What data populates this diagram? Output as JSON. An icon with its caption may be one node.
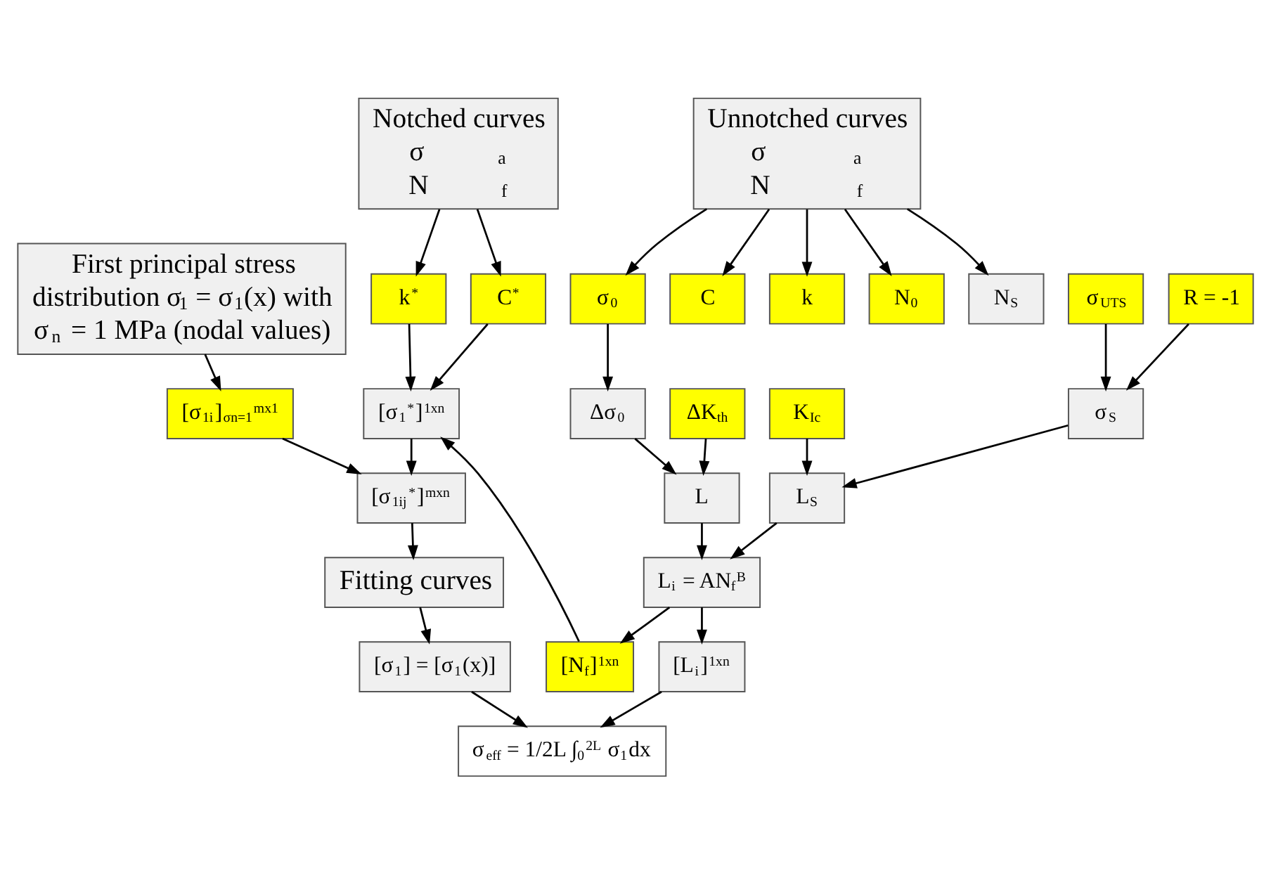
{
  "diagram": {
    "nodes": [
      {
        "text": [
          "First principal stress distribution σ$_{1}$ = σ$_{1}$(x) with σ$_{n}$ = 1 MPa (nodal values)"
        ]
      },
      {
        "text": [
          "[σ$_{1i}$]$_{σn=1}$$^{mx1}$"
        ]
      },
      {
        "text": [
          "Unnotched curves",
          "σ$_{a}$",
          "N$_{f}$"
        ]
      },
      {
        "text": [
          "[σ$_{1ij}$$^{*}$]$^{mxn}$"
        ]
      },
      {
        "text": [
          "k$^{*}$"
        ]
      },
      {
        "text": [
          "[σ$_{1}$$^{*}$]$^{1xn}$"
        ]
      },
      {
        "text": [
          "C$^{*}$"
        ]
      },
      {
        "text": [
          "Notched curves",
          "σ$_{a}$",
          "N$_{f}$"
        ]
      },
      {
        "text": [
          "σ$_{0}$"
        ]
      },
      {
        "text": [
          "C"
        ]
      },
      {
        "text": [
          "k"
        ]
      },
      {
        "text": [
          "N$_{0}$"
        ]
      },
      {
        "text": [
          "N$_{S}$"
        ]
      },
      {
        "text": [
          "Δσ$_{0}$"
        ]
      },
      {
        "text": [
          "ΔK$_{th}$"
        ]
      },
      {
        "text": [
          "σ$_{UTS}$"
        ]
      },
      {
        "text": [
          "K$_{Ic}$"
        ]
      },
      {
        "text": [
          "L"
        ]
      },
      {
        "text": [
          "σ$_{S}$"
        ]
      },
      {
        "text": [
          "R = -1"
        ]
      },
      {
        "text": [
          "Fitting curves"
        ]
      },
      {
        "text": [
          "[σ$_{1}$] = [σ$_{1}$(x)]"
        ]
      },
      {
        "text": [
          "L$_{S}$"
        ]
      },
      {
        "text": [
          "σ$_{eff}$ = 1/2L ∫$_{0}$$^{2L}$ σ$_{1}$dx"
        ]
      },
      {
        "text": [
          "[L$_{i}$]$^{1xn}$"
        ]
      },
      {
        "text": [
          "L$_{i}$ = AN$_{f}$$^{B}$"
        ]
      },
      {
        "text": [
          "[N$_{f}$]$^{1xn}$"
        ]
      }
    ],
    "edges": [
      {
        "from": 0,
        "to": 1,
        "arrow": "to"
      },
      {
        "from": 1,
        "to": 3,
        "arrow": "to"
      },
      {
        "from": 7,
        "to": 4,
        "arrow": "to"
      },
      {
        "from": 7,
        "to": 6,
        "arrow": "to"
      },
      {
        "from": 4,
        "to": 5,
        "arrow": "to"
      },
      {
        "from": 6,
        "to": 5,
        "arrow": "to"
      },
      {
        "from": 5,
        "to": 3,
        "arrow": "to"
      },
      {
        "from": 3,
        "to": 20,
        "arrow": "to"
      },
      {
        "from": 2,
        "to": 8,
        "arrow": "to"
      },
      {
        "from": 2,
        "to": 9,
        "arrow": "to"
      },
      {
        "from": 2,
        "to": 10,
        "arrow": "to"
      },
      {
        "from": 2,
        "to": 11,
        "arrow": "to"
      },
      {
        "from": 2,
        "to": 12,
        "arrow": "to"
      },
      {
        "from": 8,
        "to": 13,
        "arrow": "to"
      },
      {
        "from": 13,
        "to": 17,
        "arrow": "to"
      },
      {
        "from": 14,
        "to": 17,
        "arrow": "to"
      },
      {
        "from": 15,
        "to": 18,
        "arrow": "to"
      },
      {
        "from": 19,
        "to": 18,
        "arrow": "to"
      },
      {
        "from": 18,
        "to": 22,
        "arrow": "to"
      },
      {
        "from": 16,
        "to": 22,
        "arrow": "to"
      },
      {
        "from": 17,
        "to": 25,
        "arrow": "to"
      },
      {
        "from": 22,
        "to": 25,
        "arrow": "to"
      },
      {
        "from": 20,
        "to": 21,
        "arrow": "to"
      },
      {
        "from": 21,
        "to": 23,
        "arrow": "to"
      },
      {
        "from": 25,
        "to": 24,
        "arrow": "to"
      },
      {
        "from": 24,
        "to": 23,
        "arrow": "to"
      },
      {
        "from": 25,
        "to": 26,
        "arrow": "to"
      },
      {
        "from": 26,
        "to": 5,
        "arrow": "to"
      }
    ]
  }
}
